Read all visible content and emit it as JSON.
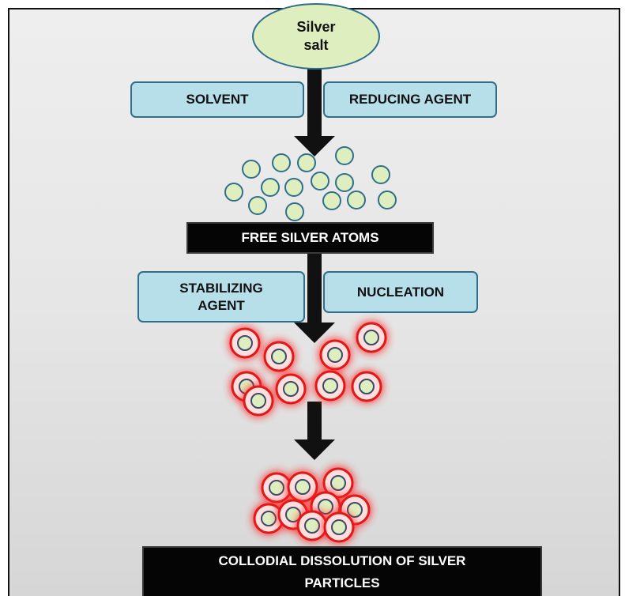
{
  "source_node": {
    "label": "Silver\nsalt"
  },
  "step1": {
    "left_input": "SOLVENT",
    "right_input": "REDUCING AGENT"
  },
  "stage1": {
    "label": "FREE SILVER ATOMS"
  },
  "step2": {
    "left_input": "STABILIZING\nAGENT",
    "right_input": "NUCLEATION"
  },
  "result": {
    "label": "COLLODIAL DISSOLUTION  OF SILVER\nPARTICLES"
  },
  "colors": {
    "box_fill": "#b7dfea",
    "box_border": "#2f6f8c",
    "atom_fill": "#dfeebf",
    "glow": "#ff2a2a",
    "bar_fill": "#050505",
    "arrow": "#111111"
  }
}
